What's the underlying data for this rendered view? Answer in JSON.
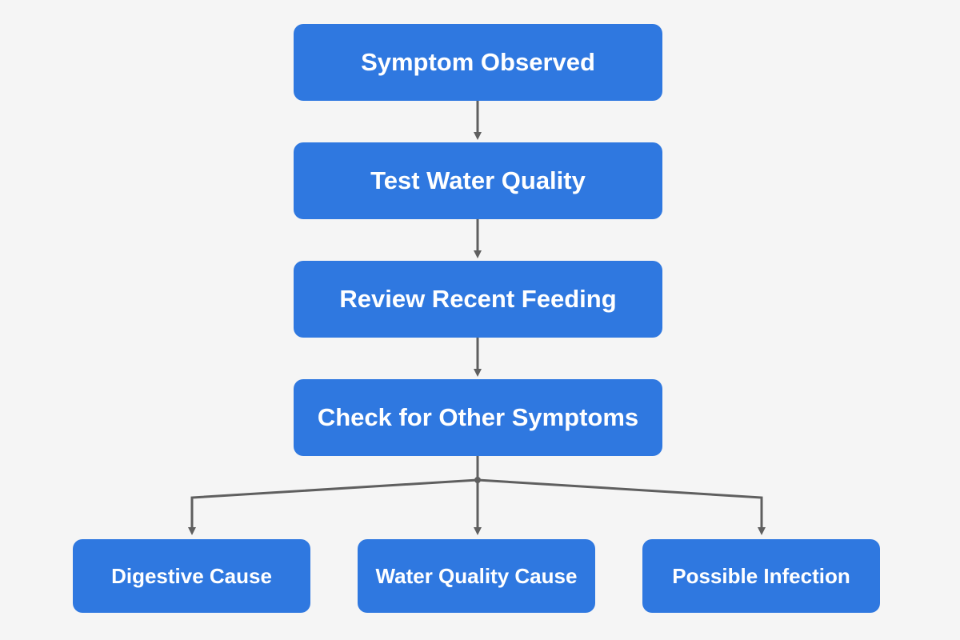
{
  "flow": {
    "steps": [
      {
        "label": "Symptom Observed"
      },
      {
        "label": "Test Water Quality"
      },
      {
        "label": "Review Recent Feeding"
      },
      {
        "label": "Check for Other Symptoms"
      }
    ],
    "outcomes": [
      {
        "label": "Digestive Cause"
      },
      {
        "label": "Water Quality Cause"
      },
      {
        "label": "Possible Infection"
      }
    ]
  },
  "colors": {
    "node_fill": "#2f78e0",
    "node_text": "#ffffff",
    "connector": "#5f5f5f",
    "background": "#f5f5f5"
  }
}
